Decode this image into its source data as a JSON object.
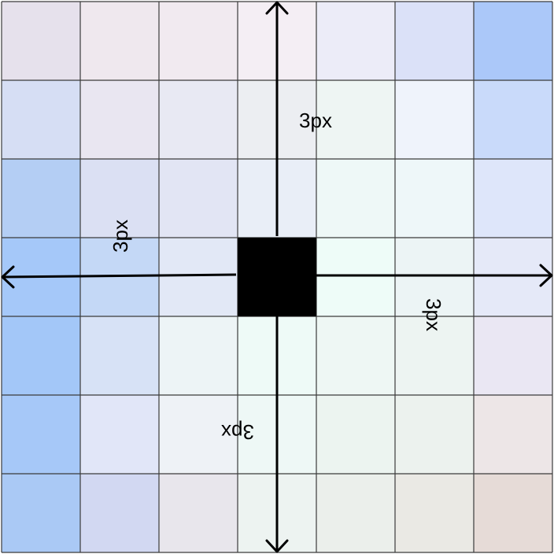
{
  "grid": {
    "rows": 7,
    "cols": 7,
    "line_color": "#3b3b3b",
    "cells": [
      [
        "#e6e1ec",
        "#efe8ee",
        "#f1eaf0",
        "#f4eef4",
        "#ececf8",
        "#dbe1f8",
        "#abc8f9"
      ],
      [
        "#d6def4",
        "#e9e6f1",
        "#e8e9f3",
        "#eceef2",
        "#eef5f3",
        "#eff3fb",
        "#c9dafa"
      ],
      [
        "#b4cef4",
        "#dbe0f3",
        "#e2e5f4",
        "#e9eef7",
        "#eef8f7",
        "#eef7f9",
        "#dee6fa"
      ],
      [
        "#a5c8f9",
        "#c4d8f6",
        "#e2e8f6",
        "#000000",
        "#eefcf8",
        "#ecf4f5",
        "#e5e9f8"
      ],
      [
        "#a3c7f8",
        "#d7e2f6",
        "#edf4f6",
        "#eefaf7",
        "#eef7f4",
        "#edf4f2",
        "#eae7f3"
      ],
      [
        "#a6c8f8",
        "#e1e6f8",
        "#eef2f6",
        "#eef8f6",
        "#ecf4f0",
        "#ecf2ee",
        "#ede6e7"
      ],
      [
        "#aac9f5",
        "#d2d8f2",
        "#e8e6ec",
        "#edf3f1",
        "#ebefeb",
        "#eae9e4",
        "#e6dbd7"
      ]
    ],
    "center_square_color": "#000000"
  },
  "arrows": [
    {
      "direction": "up",
      "label": "3px"
    },
    {
      "direction": "left",
      "label": "3px"
    },
    {
      "direction": "right",
      "label": "3px"
    },
    {
      "direction": "down",
      "label": "3px"
    }
  ],
  "colors": {
    "arrow": "#000000",
    "label": "#000000"
  }
}
